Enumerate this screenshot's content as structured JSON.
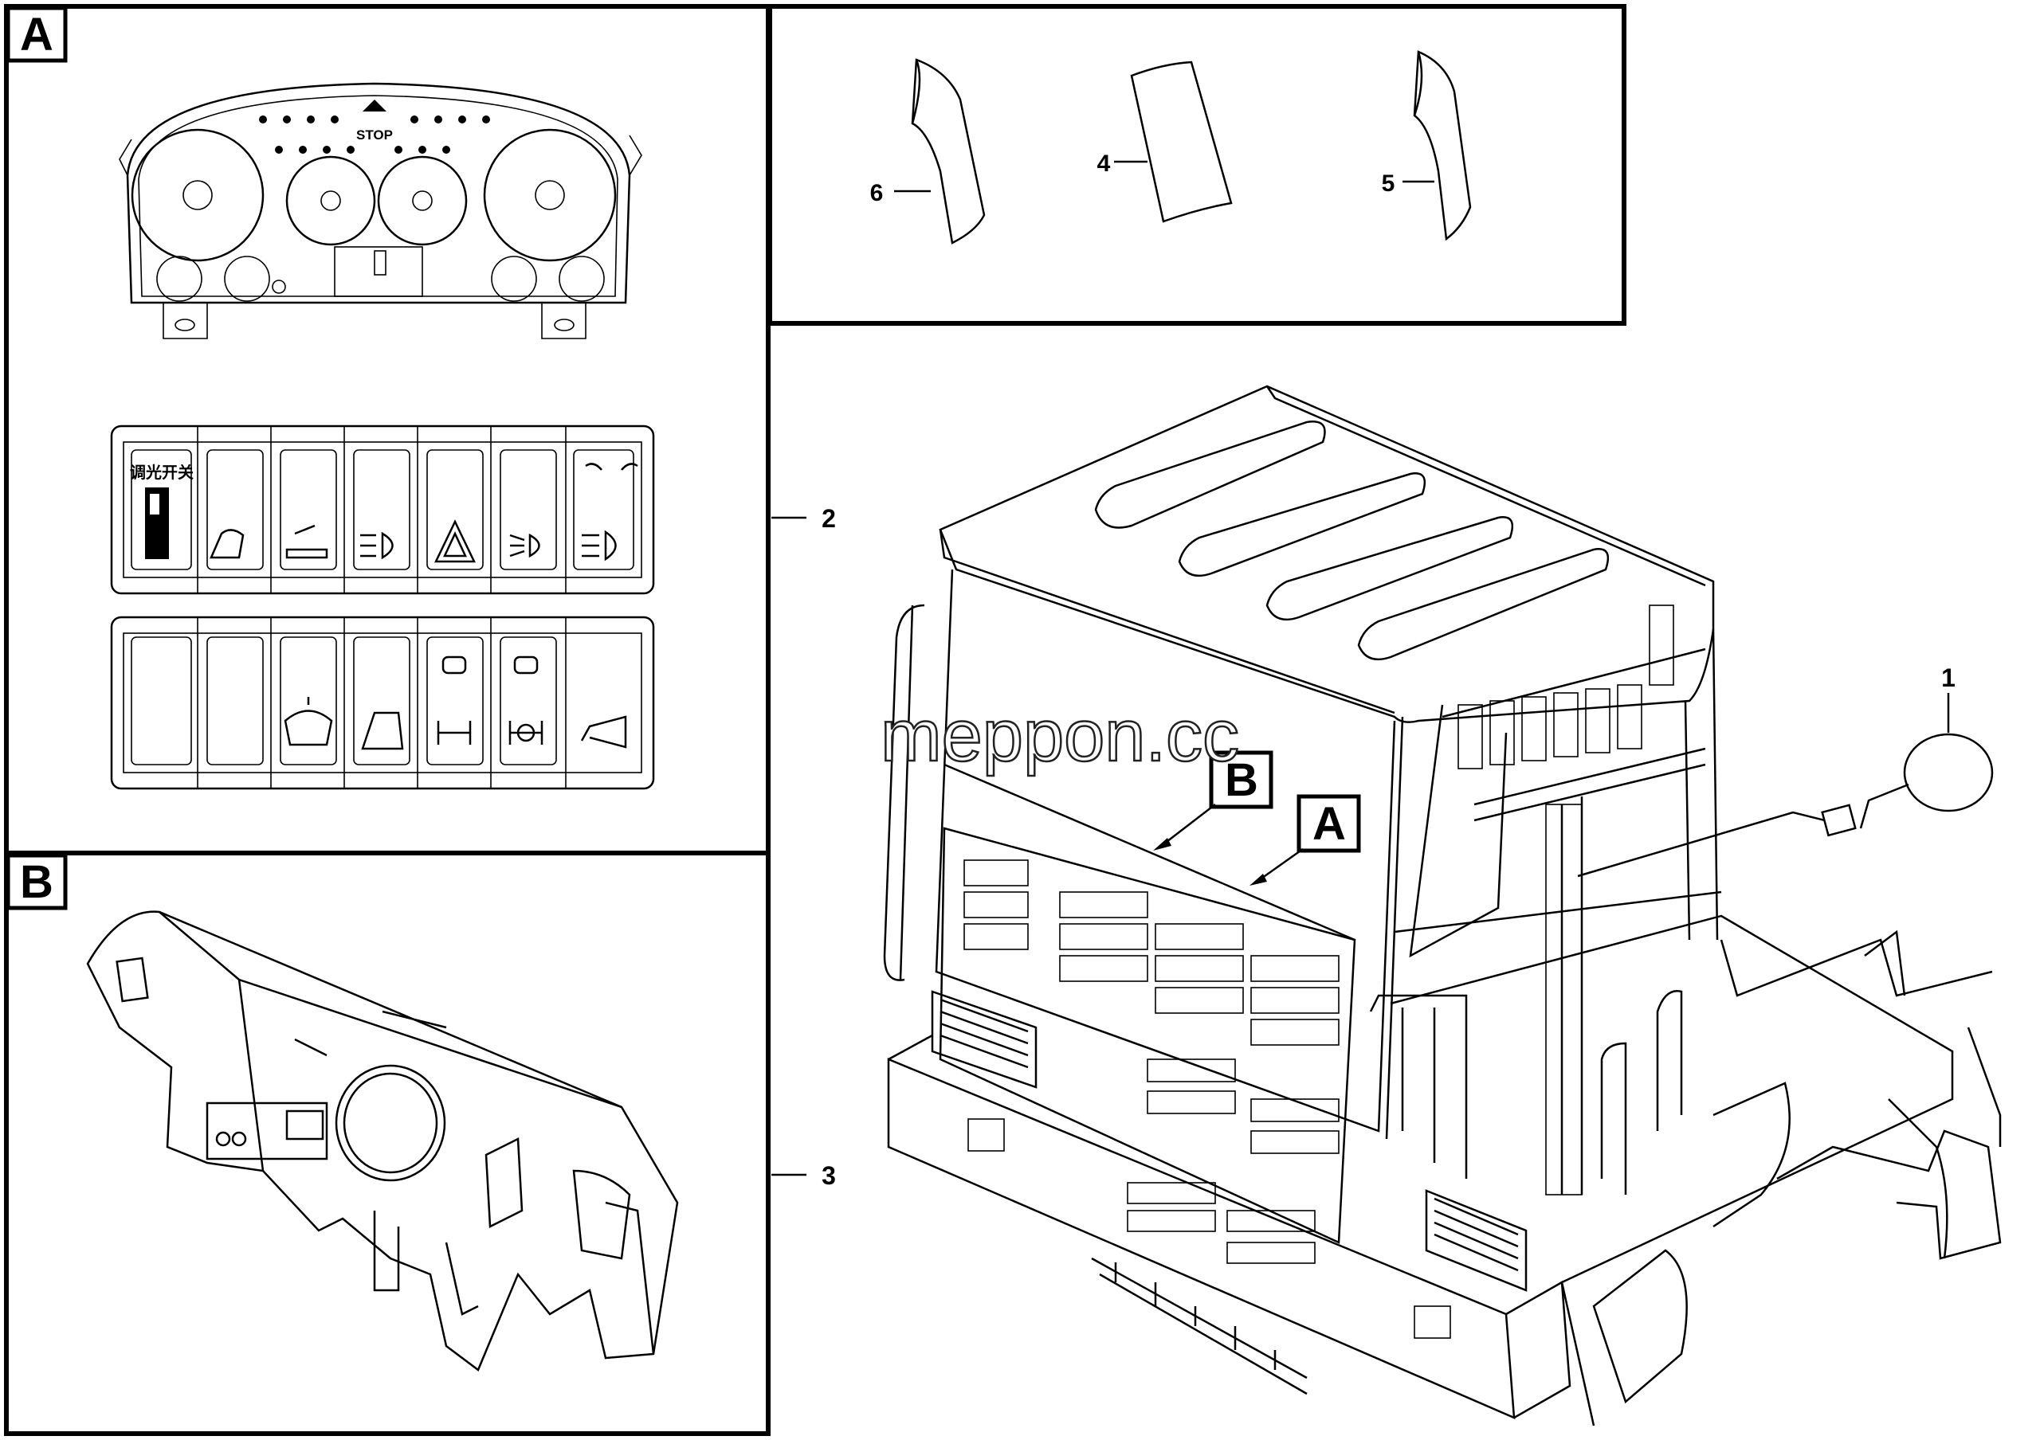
{
  "panel_a": {
    "tag": "A"
  },
  "panel_b": {
    "tag": "B"
  },
  "callouts": {
    "cab_tag_a": "A",
    "cab_tag_b": "B",
    "item_1": "1",
    "item_2": "2",
    "item_3": "3",
    "item_4": "4",
    "item_5": "5",
    "item_6": "6"
  },
  "switch_panel": {
    "dimmer_label": "调光开关"
  },
  "cluster": {
    "stop_label": "STOP"
  },
  "watermark": "meppon.cc"
}
